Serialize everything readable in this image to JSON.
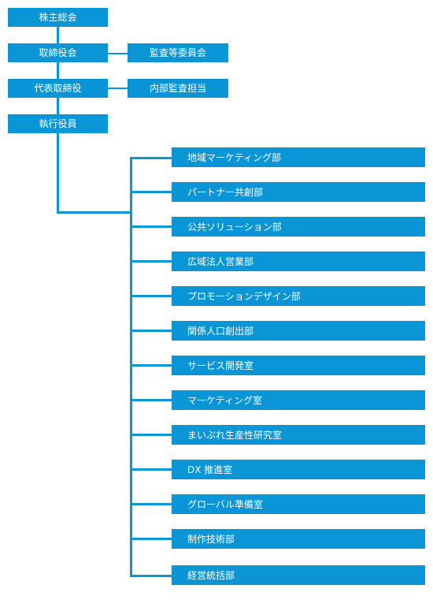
{
  "executive": {
    "shareholders": "株主総会",
    "board": "取締役会",
    "audit_committee": "監査等委員会",
    "representative_director": "代表取締役",
    "internal_audit": "内部監査担当",
    "executive_officers": "執行役員"
  },
  "departments": [
    "地域マーケティング部",
    "パートナー共創部",
    "公共ソリューション部",
    "広域法人営業部",
    "プロモーションデザイン部",
    "関係人口創出部",
    "サービス開発室",
    "マーケティング室",
    "まいぷれ生産性研究室",
    "DX 推進室",
    "グローバル準備室",
    "制作技術部",
    "経営統括部"
  ]
}
